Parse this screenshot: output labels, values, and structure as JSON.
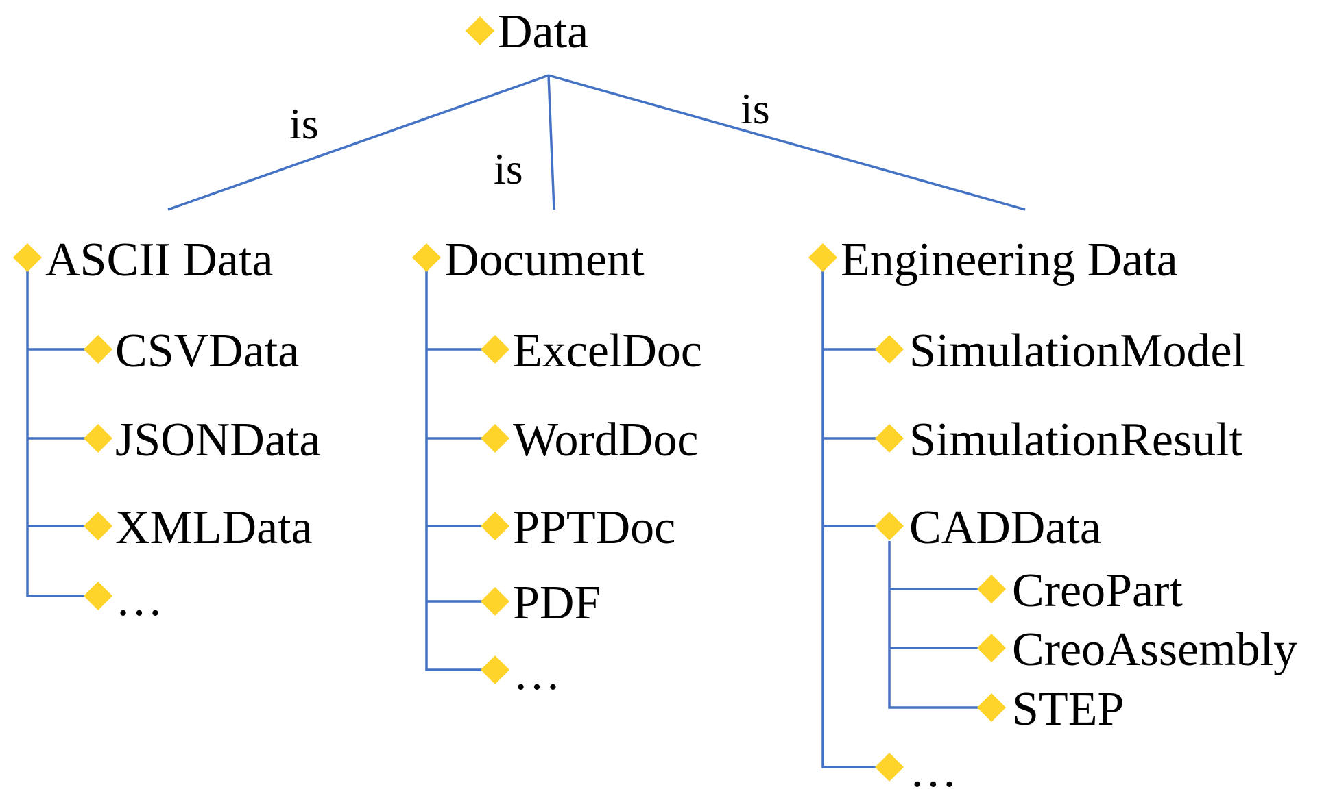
{
  "root": {
    "label": "Data"
  },
  "relation_label": "is",
  "branches": [
    {
      "label": "ASCII Data",
      "children": [
        "CSVData",
        "JSONData",
        "XMLData",
        "…"
      ]
    },
    {
      "label": "Document",
      "children": [
        "ExcelDoc",
        "WordDoc",
        "PPTDoc",
        "PDF",
        "…"
      ]
    },
    {
      "label": "Engineering Data",
      "children": [
        "SimulationModel",
        "SimulationResult",
        "CADData",
        "…"
      ],
      "cad_children": [
        "CreoPart",
        "CreoAssembly",
        "STEP"
      ]
    }
  ],
  "colors": {
    "line": "#4472C4",
    "diamond": "#FFD42A",
    "text": "#000000"
  },
  "icons": {
    "node_marker": "yellow-diamond-icon"
  }
}
